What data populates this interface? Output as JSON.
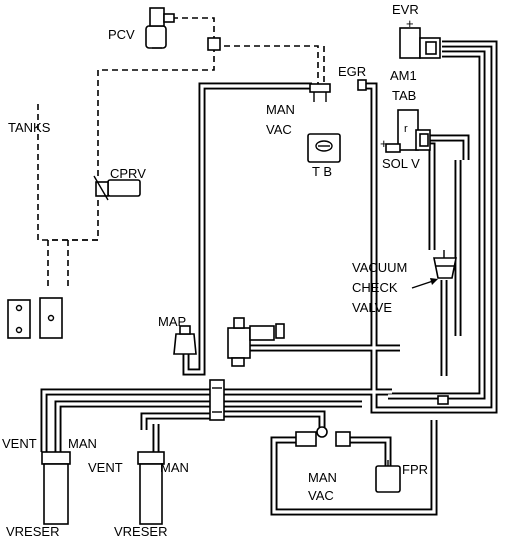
{
  "labels": {
    "pcv": "PCV",
    "evr": "EVR",
    "egr": "EGR",
    "am1": "AM1",
    "tab": "TAB",
    "man_vac_top_1": "MAN",
    "man_vac_top_2": "VAC",
    "tb": "T B",
    "sol_v": "SOL V",
    "sol_r": "r",
    "tanks": "TANKS",
    "cprv": "CPRV",
    "vacuum_check_1": "VACUUM",
    "vacuum_check_2": "CHECK",
    "vacuum_check_3": "VALVE",
    "map": "MAP",
    "vent_left": "VENT",
    "man_left": "MAN",
    "vent_right": "VENT",
    "man_right": "MAN",
    "man_vac_bottom_1": "MAN",
    "man_vac_bottom_2": "VAC",
    "fpr": "FPR",
    "vreser_left": "VRESER",
    "vreser_right": "VRESER",
    "plus_evr": "+",
    "plus_sol": "+"
  }
}
